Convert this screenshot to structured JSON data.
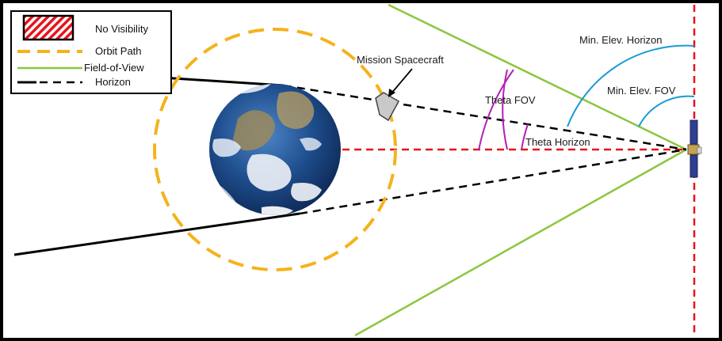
{
  "legend": {
    "no_visibility": "No Visibility",
    "orbit_path": "Orbit Path",
    "field_of_view": "Field-of-View",
    "horizon": "Horizon"
  },
  "labels": {
    "mission_spacecraft": "Mission Spacecraft",
    "theta_fov": "Theta FOV",
    "theta_horizon": "Theta Horizon",
    "min_elev_horizon": "Min. Elev. Horizon",
    "min_elev_fov": "Min. Elev. FOV"
  },
  "colors": {
    "orbit": "#f5b21c",
    "fov": "#8cc640",
    "horizon": "#000000",
    "boresight": "#e8121b",
    "theta": "#b51fb5",
    "min_elev": "#1a9ad6",
    "no_visibility": "#e8121b",
    "border": "#000000",
    "earth_ocean": "#1d4a86"
  },
  "icons": {
    "earth": "earth-icon",
    "mission_spacecraft": "mission-spacecraft-icon",
    "observer_satellite": "satellite-icon"
  }
}
